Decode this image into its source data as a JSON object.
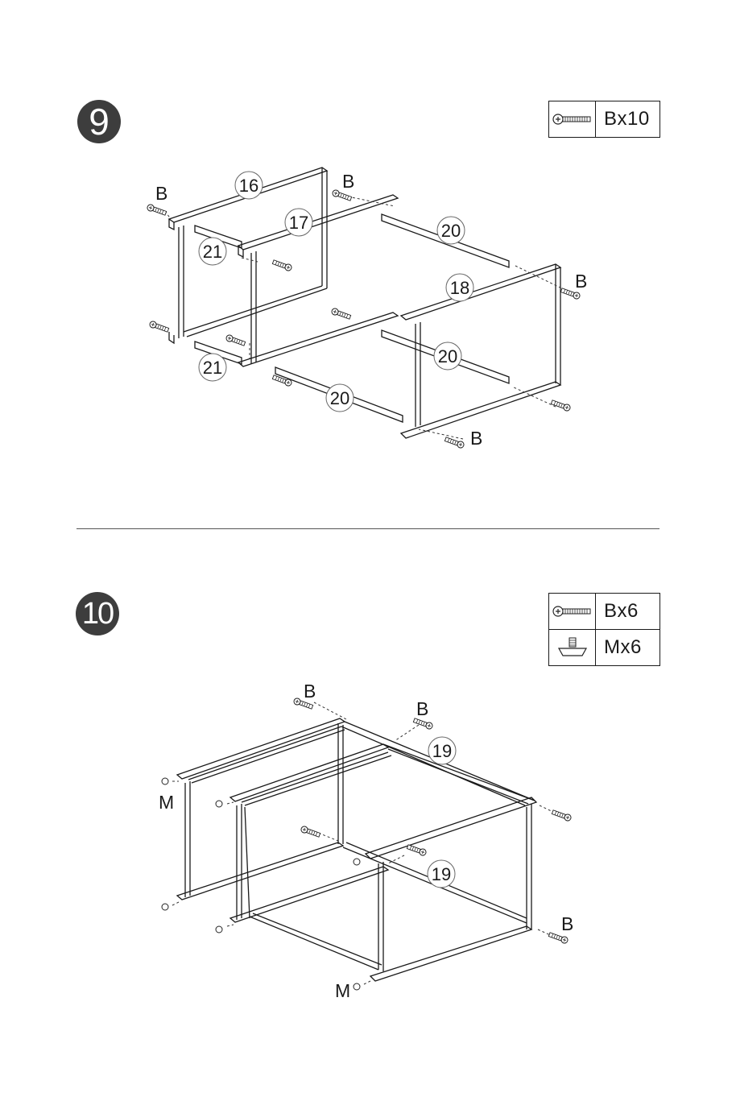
{
  "step9": {
    "number": "9",
    "hardware": [
      {
        "icon": "bolt-icon",
        "qty": "Bx10"
      }
    ],
    "part_numbers": [
      "16",
      "17",
      "20",
      "21",
      "18",
      "20",
      "21",
      "20"
    ],
    "hardware_labels": [
      "B",
      "B",
      "B",
      "B"
    ]
  },
  "step10": {
    "number": "10",
    "hardware": [
      {
        "icon": "bolt-icon",
        "qty": "Bx6"
      },
      {
        "icon": "leveling-foot-icon",
        "qty": "Mx6"
      }
    ],
    "part_numbers": [
      "19",
      "19"
    ],
    "hardware_labels": [
      "B",
      "B",
      "M",
      "B",
      "M"
    ]
  }
}
